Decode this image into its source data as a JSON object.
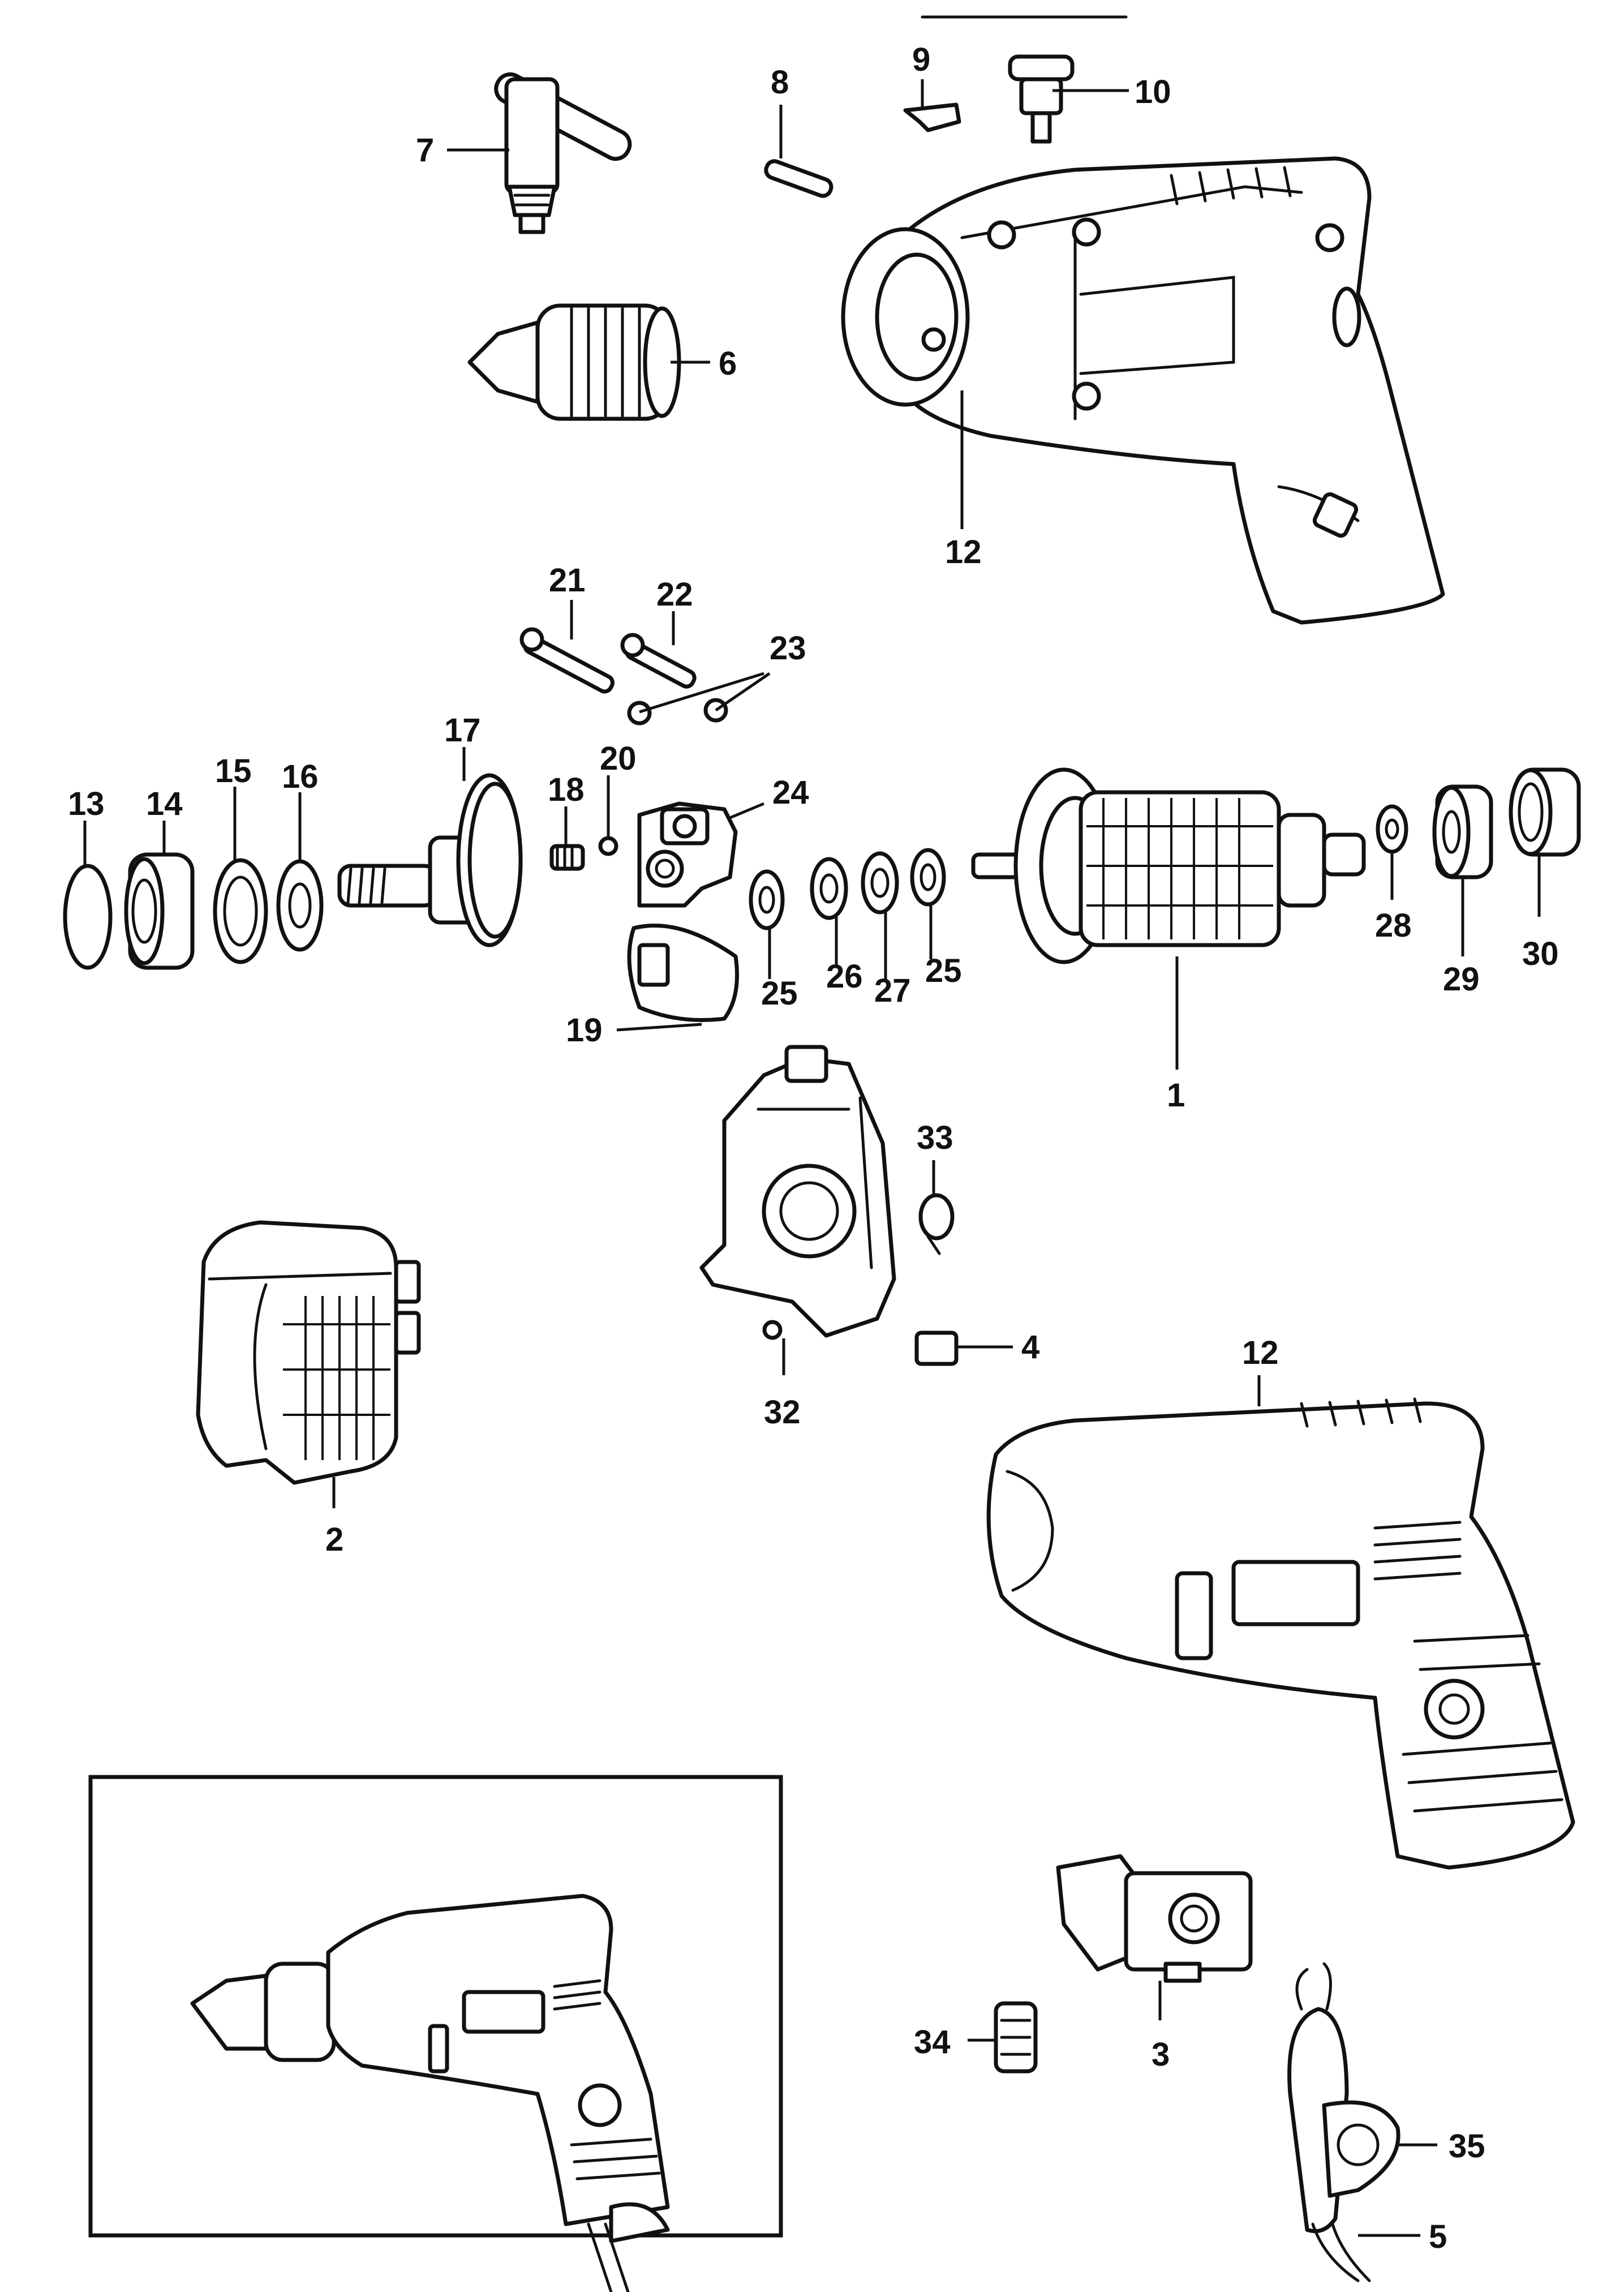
{
  "callouts": {
    "c1": "1",
    "c2": "2",
    "c3": "3",
    "c4": "4",
    "c5": "5",
    "c6": "6",
    "c7": "7",
    "c8": "8",
    "c9": "9",
    "c10": "10",
    "c12a": "12",
    "c12b": "12",
    "c13": "13",
    "c14": "14",
    "c15": "15",
    "c16": "16",
    "c17": "17",
    "c18": "18",
    "c19": "19",
    "c20": "20",
    "c21": "21",
    "c22": "22",
    "c23": "23",
    "c24": "24",
    "c25a": "25",
    "c25b": "25",
    "c26": "26",
    "c27": "27",
    "c28": "28",
    "c29": "29",
    "c30": "30",
    "c32": "32",
    "c33": "33",
    "c34": "34",
    "c35": "35"
  }
}
